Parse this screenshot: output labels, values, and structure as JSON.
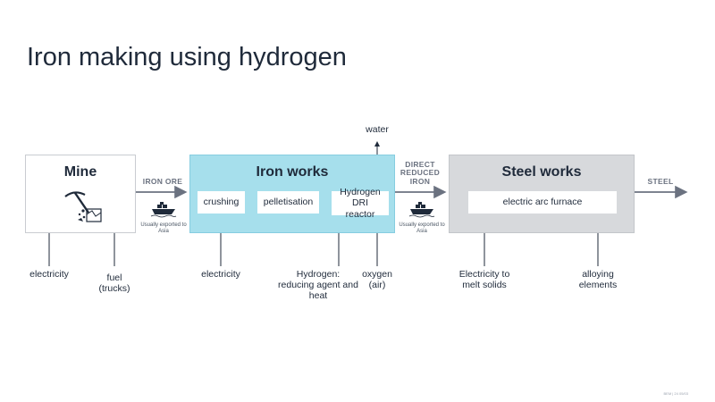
{
  "title": "Iron making using hydrogen",
  "stages": {
    "mine": {
      "title": "Mine"
    },
    "iron_works": {
      "title": "Iron works",
      "processes": [
        "crushing",
        "pelletisation",
        "Hydrogen DRI reactor"
      ]
    },
    "steel_works": {
      "title": "Steel works",
      "processes": [
        "electric arc furnace"
      ]
    }
  },
  "flows": {
    "iron_ore": "IRON ORE",
    "dri": "DIRECT REDUCED IRON",
    "steel": "STEEL"
  },
  "export_notes": {
    "ore": "Usually exported to Asia",
    "dri": "Usually exported to Asia"
  },
  "inputs": {
    "mine_electricity": "electricity",
    "mine_fuel": "fuel (trucks)",
    "iron_electricity": "electricity",
    "hydrogen": "Hydrogen: reducing agent and heat",
    "oxygen": "oxygen (air)",
    "steel_electricity": "Electricity to melt solids",
    "alloying": "alloying elements"
  },
  "outputs": {
    "water": "water"
  },
  "footer": "BEM | 24 05/03",
  "icons": {
    "mine": "pickaxe-rocks-icon",
    "ship": "cargo-ship-icon"
  },
  "colors": {
    "iron_works_fill": "#a6dfec",
    "steel_works_fill": "#d7d9dc",
    "arrow": "#1f2a3a",
    "flow_arrow": "#6b7280"
  }
}
